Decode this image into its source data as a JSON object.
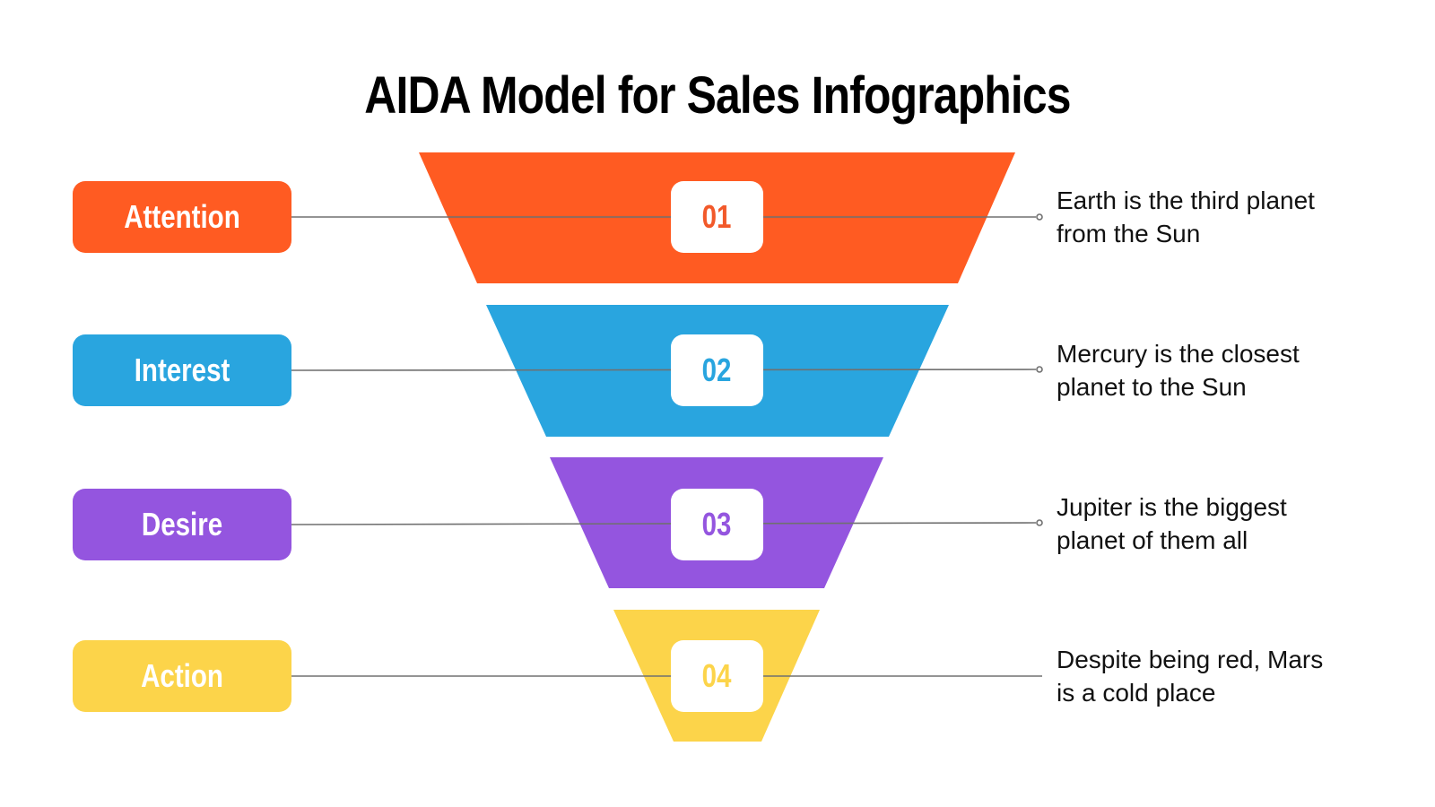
{
  "title": "AIDA Model for Sales Infographics",
  "colors": {
    "attention": "#FF5B22",
    "interest": "#29A5DF",
    "desire": "#9455DF",
    "action": "#FCD44A",
    "connector": "#707070"
  },
  "stages": [
    {
      "label": "Attention",
      "number": "01",
      "description_line1": "Earth is the third planet",
      "description_line2": "from the Sun",
      "color": "#FF5B22"
    },
    {
      "label": "Interest",
      "number": "02",
      "description_line1": "Mercury is the closest",
      "description_line2": "planet to the Sun",
      "color": "#29A5DF"
    },
    {
      "label": "Desire",
      "number": "03",
      "description_line1": "Jupiter is the biggest",
      "description_line2": "planet of them all",
      "color": "#9455DF"
    },
    {
      "label": "Action",
      "number": "04",
      "description_line1": "Despite being red, Mars",
      "description_line2": "is a cold place",
      "color": "#FCD44A"
    }
  ]
}
